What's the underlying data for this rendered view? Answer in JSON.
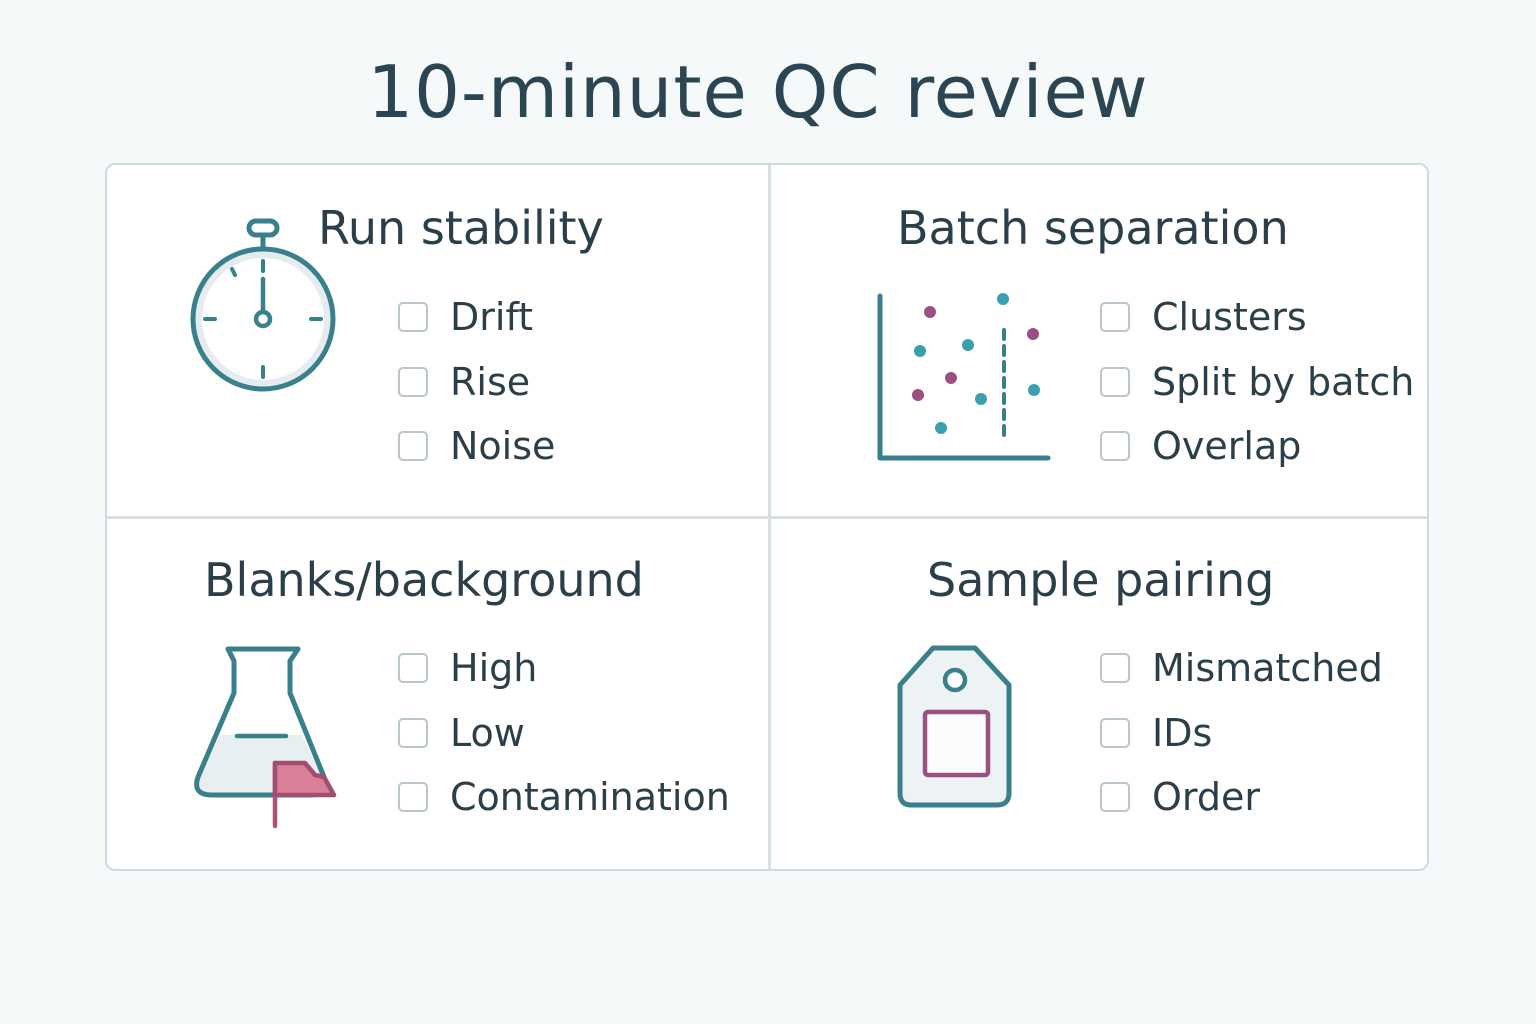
{
  "title": "10-minute QC review",
  "colors": {
    "teal": "#3a7f8c",
    "dot_teal": "#3aa0ad",
    "magenta": "#9a5080",
    "flag": "#d97a95",
    "text": "#2b3f4a",
    "checkbox_border": "#b9c6cc",
    "divider": "#d7e1e5"
  },
  "sections": [
    {
      "title": "Run stability",
      "icon": "stopwatch-icon",
      "items": [
        "Drift",
        "Rise",
        "Noise"
      ]
    },
    {
      "title": "Batch separation",
      "icon": "scatter-plot-icon",
      "items": [
        "Clusters",
        "Split by batch",
        "Overlap"
      ]
    },
    {
      "title": "Blanks/background",
      "icon": "flask-flag-icon",
      "items": [
        "High",
        "Low",
        "Contamination"
      ]
    },
    {
      "title": "Sample pairing",
      "icon": "tag-icon",
      "items": [
        "Mismatched",
        "IDs",
        "Order"
      ]
    }
  ]
}
